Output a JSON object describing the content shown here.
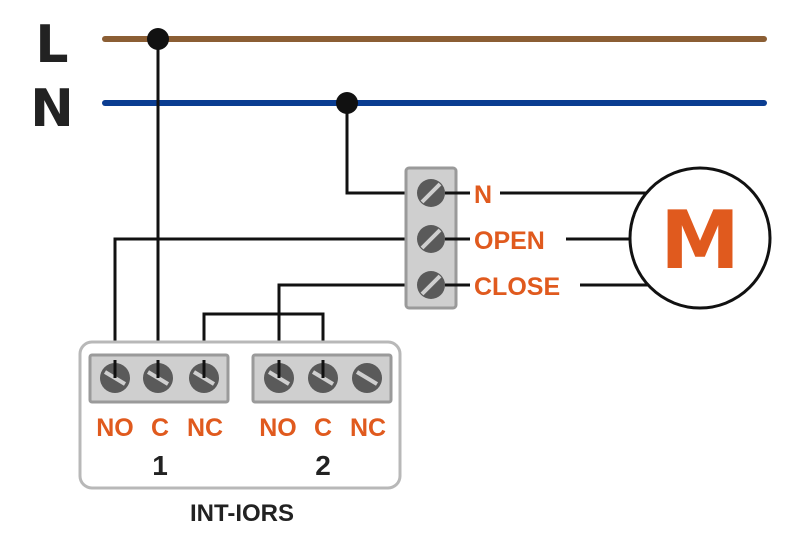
{
  "colors": {
    "live": "#8b5e34",
    "neutral": "#0b3d91",
    "wire": "#111111",
    "label": "#e05a1e",
    "terminal_fill": "#cfcfcf",
    "terminal_stroke": "#9a9a9a",
    "screw": "#5a5a5a"
  },
  "lines": {
    "live": "L",
    "neutral": "N"
  },
  "motor": {
    "symbol": "M",
    "terminals": {
      "n": "N",
      "open": "OPEN",
      "close": "CLOSE"
    }
  },
  "module": {
    "name": "INT-IORS",
    "relay1": {
      "number": "1",
      "no": "NO",
      "c": "C",
      "nc": "NC"
    },
    "relay2": {
      "number": "2",
      "no": "NO",
      "c": "C",
      "nc": "NC"
    }
  }
}
